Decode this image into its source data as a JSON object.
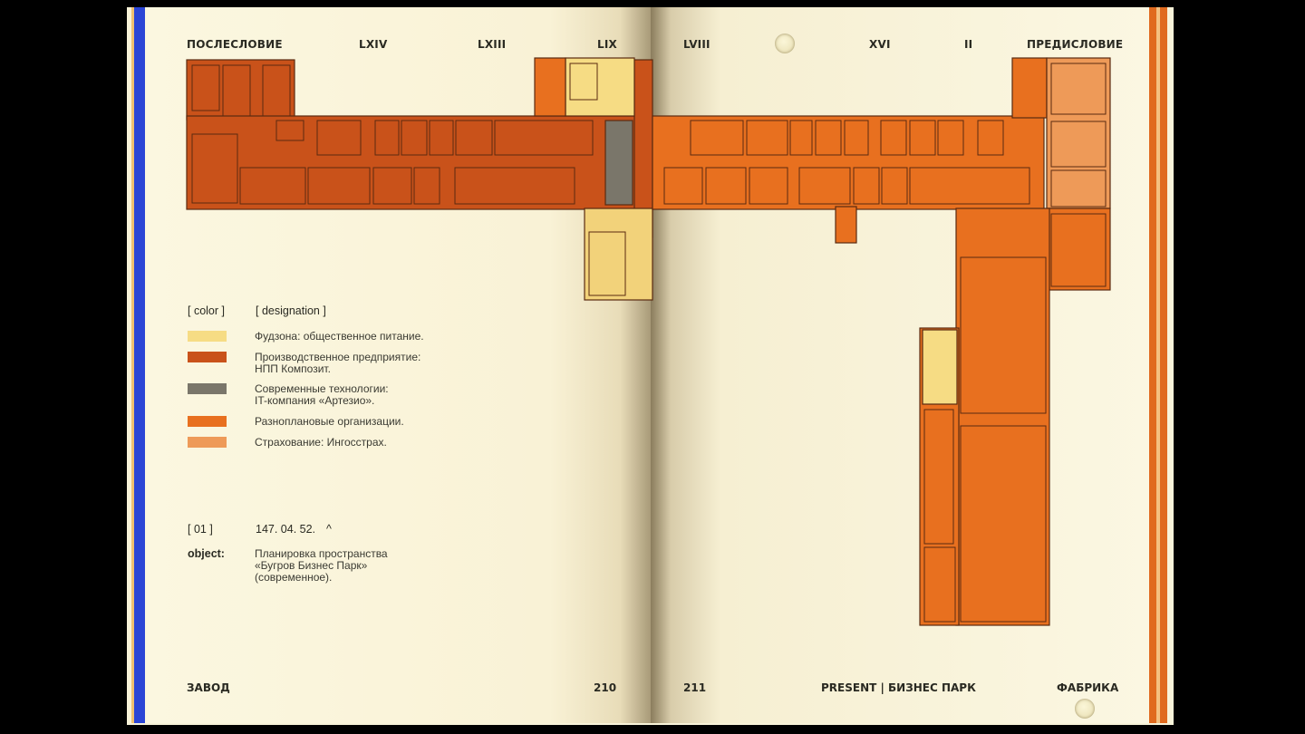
{
  "header": {
    "items": [
      "ПОСЛЕСЛОВИЕ",
      "LXIV",
      "LXIII",
      "LIX",
      "LVIII",
      "XVI",
      "II",
      "ПРЕДИСЛОВИЕ"
    ]
  },
  "legend": {
    "color_header": "[ color ]",
    "designation_header": "[ designation ]",
    "entries": [
      {
        "color": "#f6dc84",
        "lines": [
          "Фудзона: общественное питание."
        ]
      },
      {
        "color": "#c9521a",
        "lines": [
          "Производственное предприятие:",
          "НПП Композит."
        ]
      },
      {
        "color": "#7a766a",
        "lines": [
          "Современные технологии:",
          "IT-компания «Артезио»."
        ]
      },
      {
        "color": "#e8701f",
        "lines": [
          "Разноплановые организации."
        ]
      },
      {
        "color": "#ee9a58",
        "lines": [
          "Страхование: Ингосстрах."
        ]
      }
    ]
  },
  "record": {
    "index": "[ 01 ]",
    "code": "147. 04. 52.",
    "caret": "^",
    "object_label": "object:",
    "object_lines": [
      "Планировка пространства",
      "«Бугров Бизнес Парк»",
      "(современное)."
    ]
  },
  "footer": {
    "left_title": "ЗАВОД",
    "left_page": "210",
    "right_page": "211",
    "right_title": "PRESENT | БИЗНЕС ПАРК",
    "right_label": "ФАБРИКА"
  }
}
